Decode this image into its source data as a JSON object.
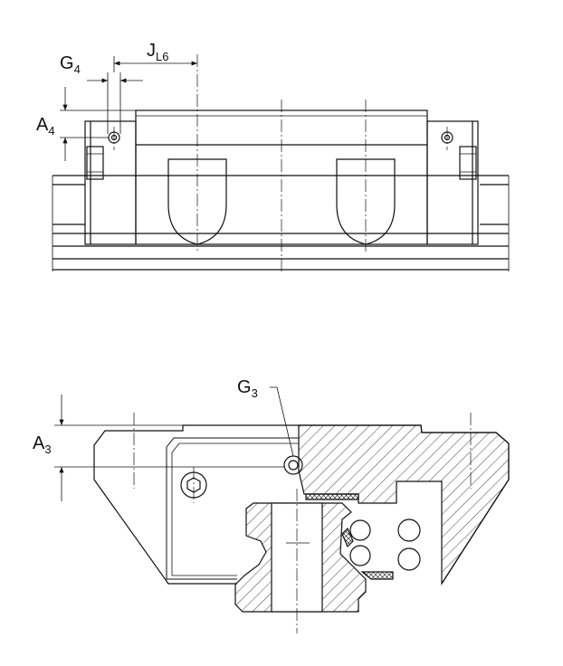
{
  "labels": {
    "g4": "G",
    "g4_sub": "4",
    "jl6": "J",
    "jl6_sub": "L6",
    "a4": "A",
    "a4_sub": "4",
    "g3": "G",
    "g3_sub": "3",
    "a3": "A",
    "a3_sub": "3"
  },
  "colors": {
    "line": "#111111",
    "background": "#ffffff"
  }
}
